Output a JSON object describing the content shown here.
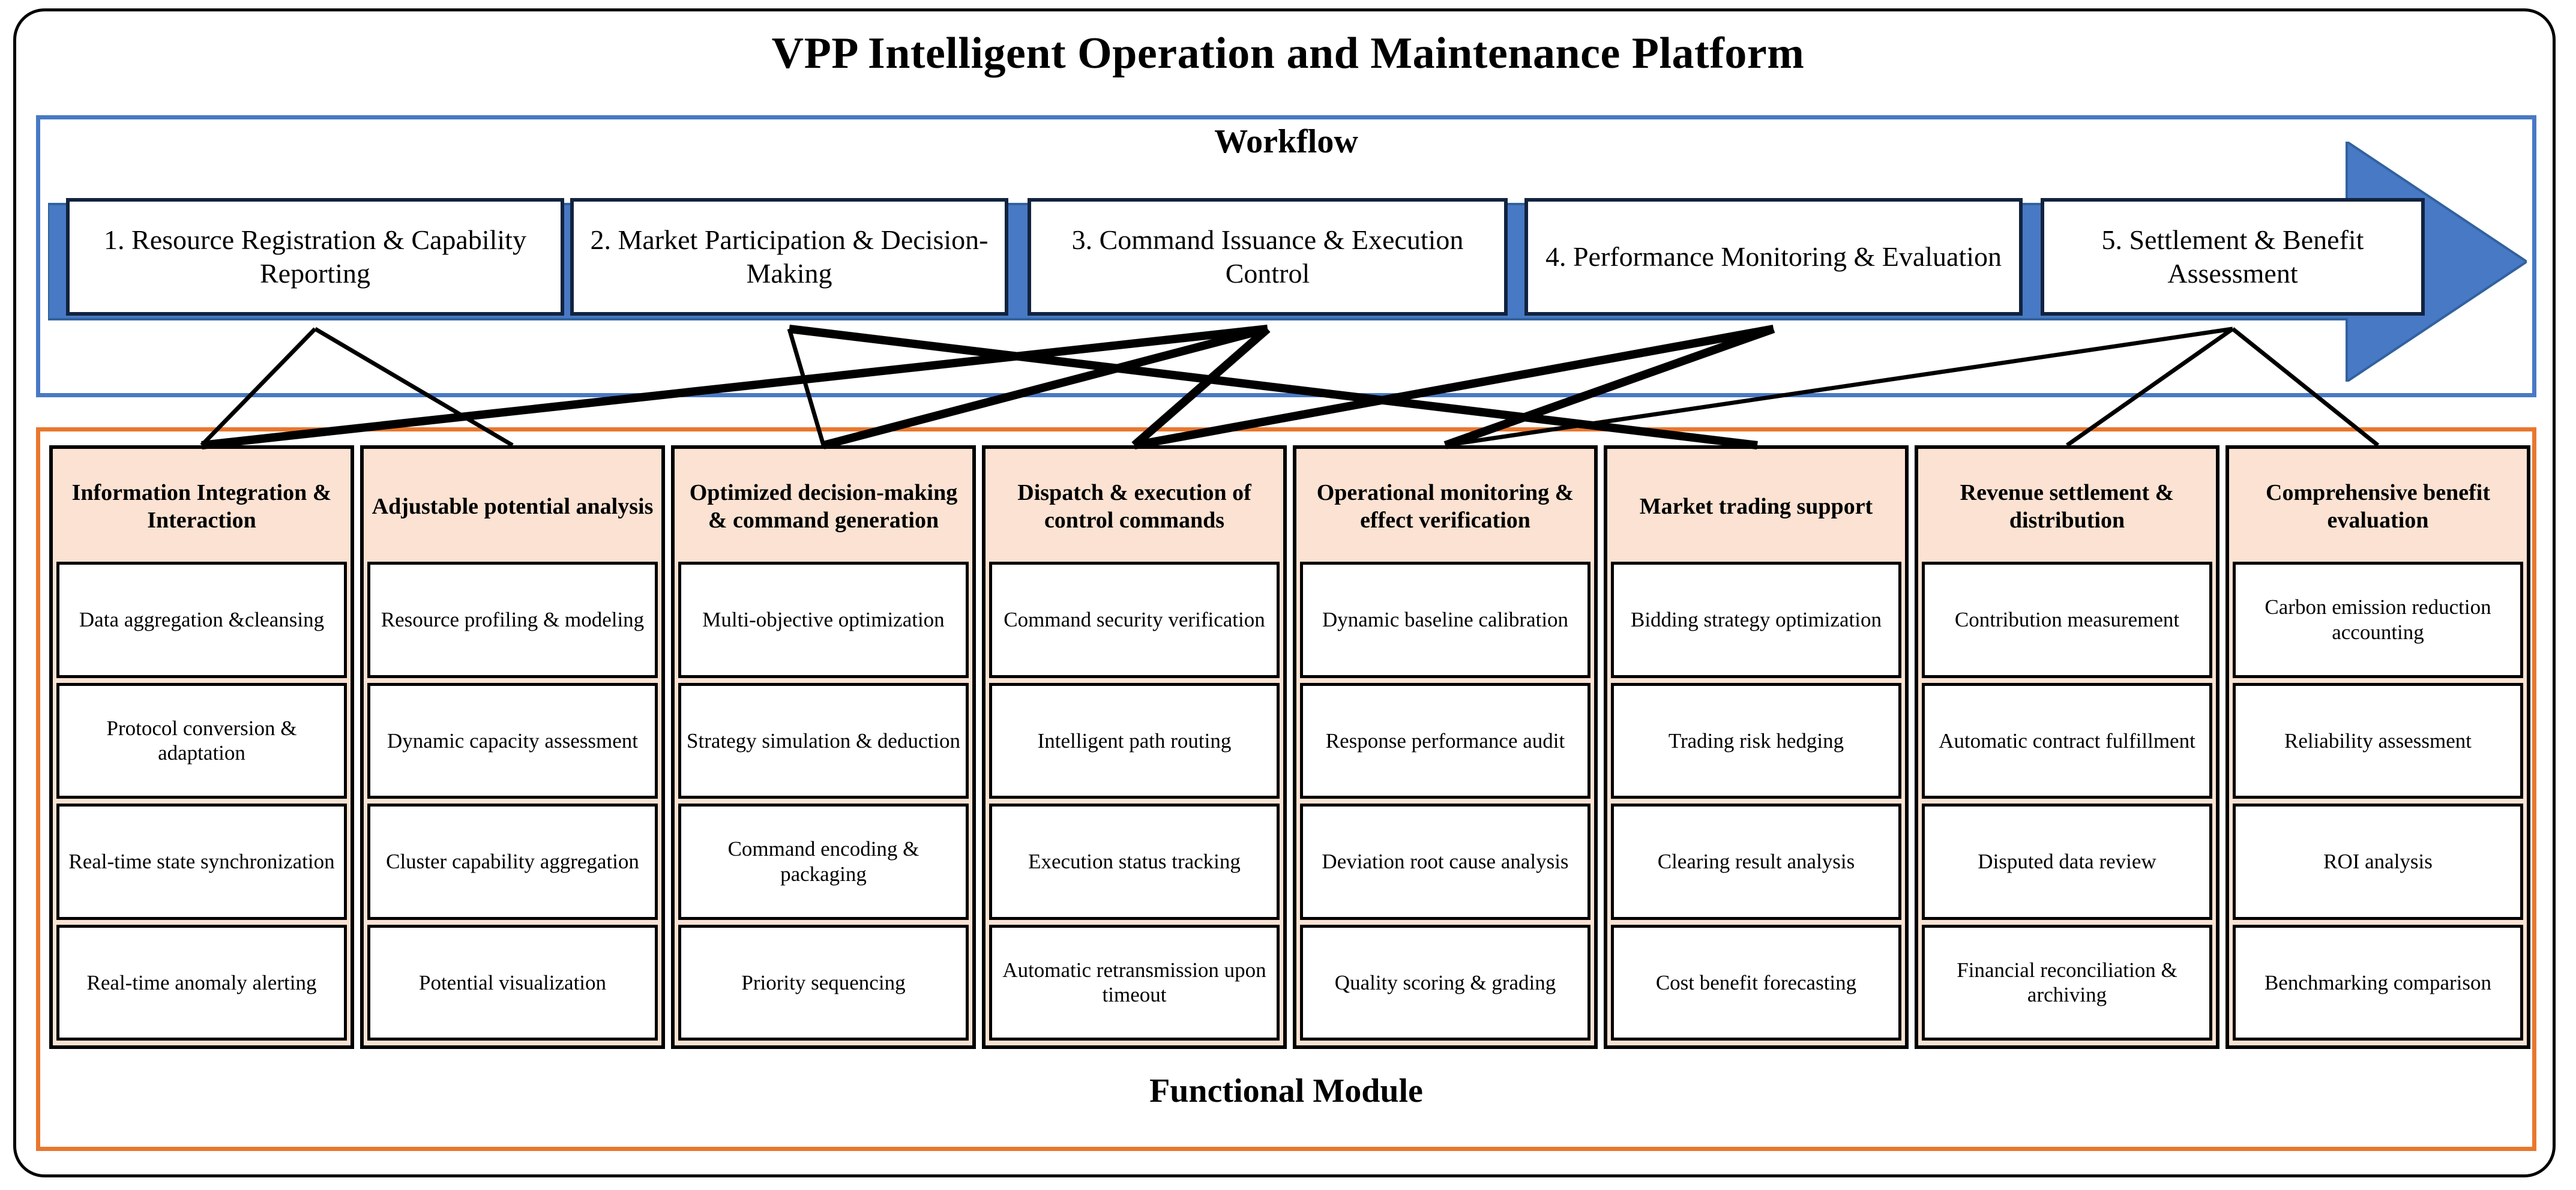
{
  "platform": {
    "title": "VPP Intelligent Operation and Maintenance Platform"
  },
  "workflow": {
    "label": "Workflow",
    "stages": [
      {
        "label": "1. Resource Registration & Capability Reporting"
      },
      {
        "label": "2. Market Participation & Decision-Making"
      },
      {
        "label": "3. Command Issuance & Execution Control"
      },
      {
        "label": "4. Performance Monitoring & Evaluation"
      },
      {
        "label": "5. Settlement & Benefit Assessment"
      }
    ]
  },
  "functional_module": {
    "label": "Functional Module",
    "columns": [
      {
        "title": "Information Integration & Interaction",
        "items": [
          "Data aggregation &cleansing",
          "Protocol conversion & adaptation",
          "Real-time state synchronization",
          "Real-time anomaly alerting"
        ]
      },
      {
        "title": "Adjustable potential analysis",
        "items": [
          "Resource profiling & modeling",
          "Dynamic capacity assessment",
          "Cluster capability aggregation",
          "Potential visualization"
        ]
      },
      {
        "title": "Optimized decision-making & command generation",
        "items": [
          "Multi-objective optimization",
          "Strategy simulation & deduction",
          "Command encoding & packaging",
          "Priority sequencing"
        ]
      },
      {
        "title": "Dispatch & execution of control commands",
        "items": [
          "Command security verification",
          "Intelligent path routing",
          "Execution status tracking",
          "Automatic retransmission upon timeout"
        ]
      },
      {
        "title": "Operational monitoring & effect verification",
        "items": [
          "Dynamic baseline calibration",
          "Response performance audit",
          "Deviation root cause analysis",
          "Quality scoring & grading"
        ]
      },
      {
        "title": "Market trading support",
        "items": [
          "Bidding strategy optimization",
          "Trading risk hedging",
          "Clearing result analysis",
          "Cost benefit forecasting"
        ]
      },
      {
        "title": "Revenue settlement & distribution",
        "items": [
          "Contribution measurement",
          "Automatic contract fulfillment",
          "Disputed data review",
          "Financial reconciliation & archiving"
        ]
      },
      {
        "title": "Comprehensive benefit evaluation",
        "items": [
          "Carbon emission reduction accounting",
          "Reliability assessment",
          "ROI analysis",
          "Benchmarking comparison"
        ]
      }
    ]
  },
  "colors": {
    "arrow_blue": "#4879c4",
    "stage_border_navy": "#12233f",
    "module_peach": "#fbe2d2",
    "module_frame_orange": "#e8772e",
    "outline_black": "#000000"
  }
}
